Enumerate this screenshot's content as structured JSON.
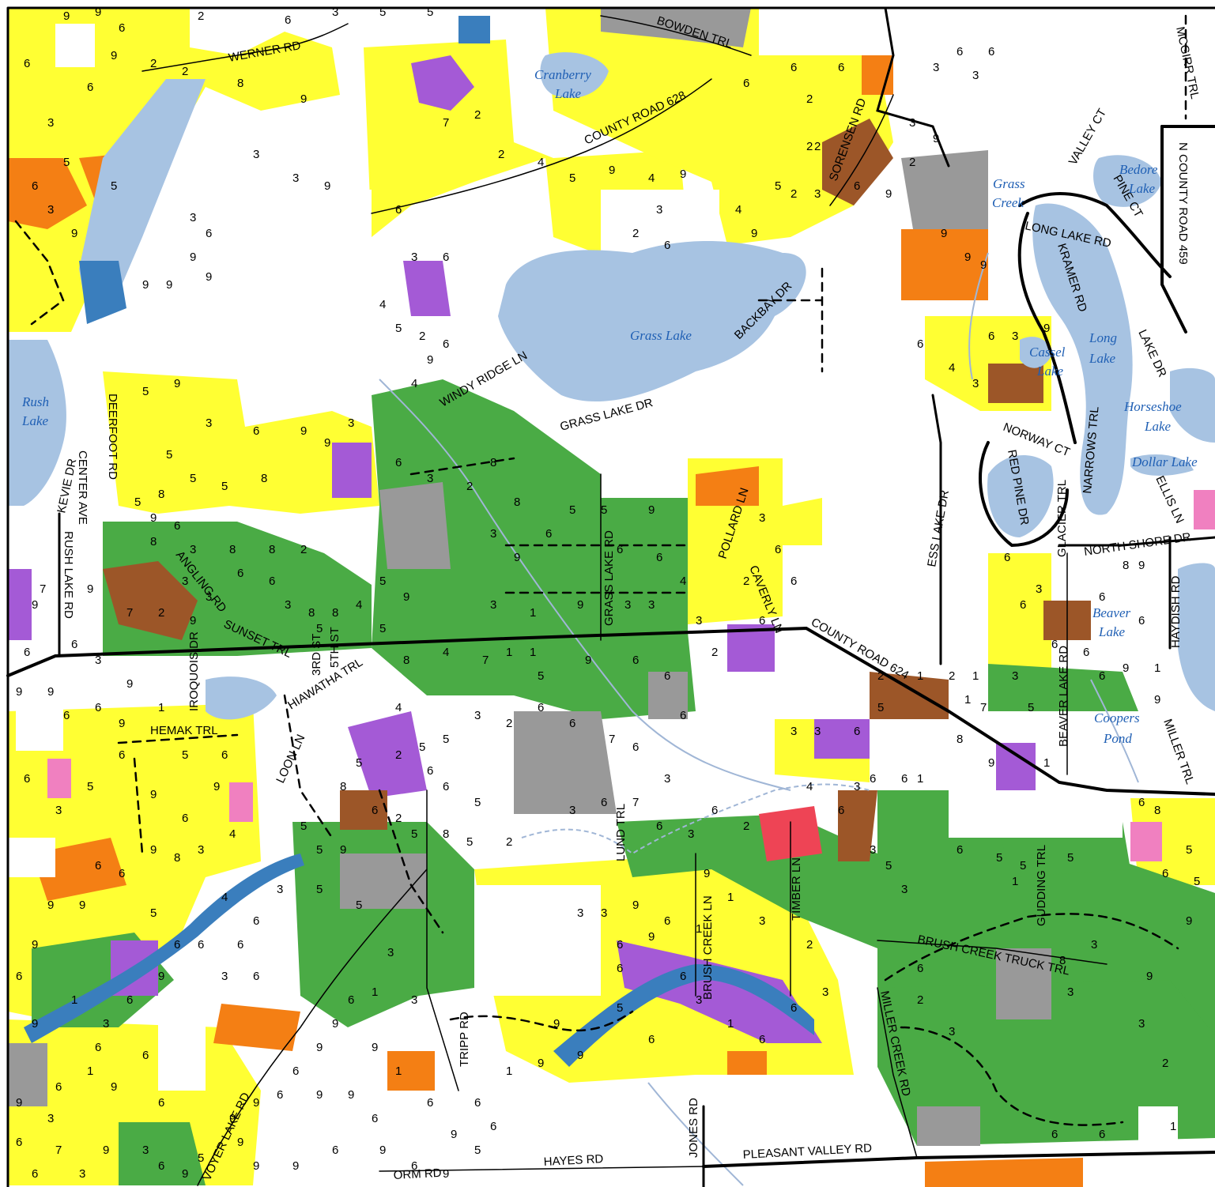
{
  "colors": {
    "water": "#a7c3e2",
    "deep_water": "#3a7ebd",
    "yellow": "#ffff33",
    "green": "#4aab45",
    "gray": "#999999",
    "purple": "#a45ad6",
    "orange": "#f47f14",
    "brown": "#9c5628",
    "pink": "#f080c0",
    "red": "#ee4455",
    "white": "#ffffff",
    "road": "#000000",
    "stream": "#a0b6d6"
  },
  "roads": [
    {
      "label": "WERNER RD"
    },
    {
      "label": "BOWDEN TRL"
    },
    {
      "label": "COUNTY ROAD 628"
    },
    {
      "label": "MCGIRR TRL"
    },
    {
      "label": "N COUNTY ROAD 459"
    },
    {
      "label": "SORENSEN RD"
    },
    {
      "label": "VALLEY CT"
    },
    {
      "label": "PINE CT"
    },
    {
      "label": "LONG LAKE RD"
    },
    {
      "label": "KRAMER RD"
    },
    {
      "label": "LAKE DR"
    },
    {
      "label": "BACKBAY DR"
    },
    {
      "label": "WINDY RIDGE LN"
    },
    {
      "label": "GRASS LAKE DR"
    },
    {
      "label": "DEERFOOT RD"
    },
    {
      "label": "CENTER AVE"
    },
    {
      "label": "KEVIE DR"
    },
    {
      "label": "RUSH LAKE RD"
    },
    {
      "label": "ANGLING RD"
    },
    {
      "label": "SUNSET TRL"
    },
    {
      "label": "IROQUOIS DR"
    },
    {
      "label": "3RD ST"
    },
    {
      "label": "5TH ST"
    },
    {
      "label": "HIAWATHA TRL"
    },
    {
      "label": "HEMAK TRL"
    },
    {
      "label": "LOON LN"
    },
    {
      "label": "GRASS LAKE RD"
    },
    {
      "label": "POLLARD LN"
    },
    {
      "label": "CAVERLY LN"
    },
    {
      "label": "COUNTY ROAD 624"
    },
    {
      "label": "ESS LAKE DR"
    },
    {
      "label": "NORWAY CT"
    },
    {
      "label": "RED PINE DR"
    },
    {
      "label": "GLACIER TRL"
    },
    {
      "label": "NARROWS TRL"
    },
    {
      "label": "ELLIS LN"
    },
    {
      "label": "NORTH SHORE DR"
    },
    {
      "label": "HAYDISH RD"
    },
    {
      "label": "BEAVER LAKE RD"
    },
    {
      "label": "MILLER TRL"
    },
    {
      "label": "LUND TRL"
    },
    {
      "label": "BRUSH CREEK LN"
    },
    {
      "label": "TIMBER LN"
    },
    {
      "label": "BRUSH CREEK TRUCK TRL"
    },
    {
      "label": "GUDDING TRL"
    },
    {
      "label": "MILLER CREEK RD"
    },
    {
      "label": "TRIPP RD"
    },
    {
      "label": "VOYER LAKE RD"
    },
    {
      "label": "JONES RD"
    },
    {
      "label": "PLEASANT VALLEY RD"
    },
    {
      "label": "HAYES RD"
    },
    {
      "label": "ORM RD"
    }
  ],
  "water_labels": [
    {
      "line1": "Cranberry",
      "line2": "Lake"
    },
    {
      "line1": "Grass Lake",
      "line2": ""
    },
    {
      "line1": "Rush",
      "line2": "Lake"
    },
    {
      "line1": "Grass",
      "line2": "Creek"
    },
    {
      "line1": "Bedore",
      "line2": "Lake"
    },
    {
      "line1": "Cassel",
      "line2": "Lake"
    },
    {
      "line1": "Long",
      "line2": "Lake"
    },
    {
      "line1": "Horseshoe",
      "line2": "Lake"
    },
    {
      "line1": "Dollar Lake",
      "line2": ""
    },
    {
      "line1": "Beaver",
      "line2": "Lake"
    },
    {
      "line1": "Coopers",
      "line2": "Pond"
    }
  ],
  "stand_numbers": [
    "1",
    "2",
    "3",
    "4",
    "5",
    "6",
    "7",
    "8",
    "9"
  ]
}
